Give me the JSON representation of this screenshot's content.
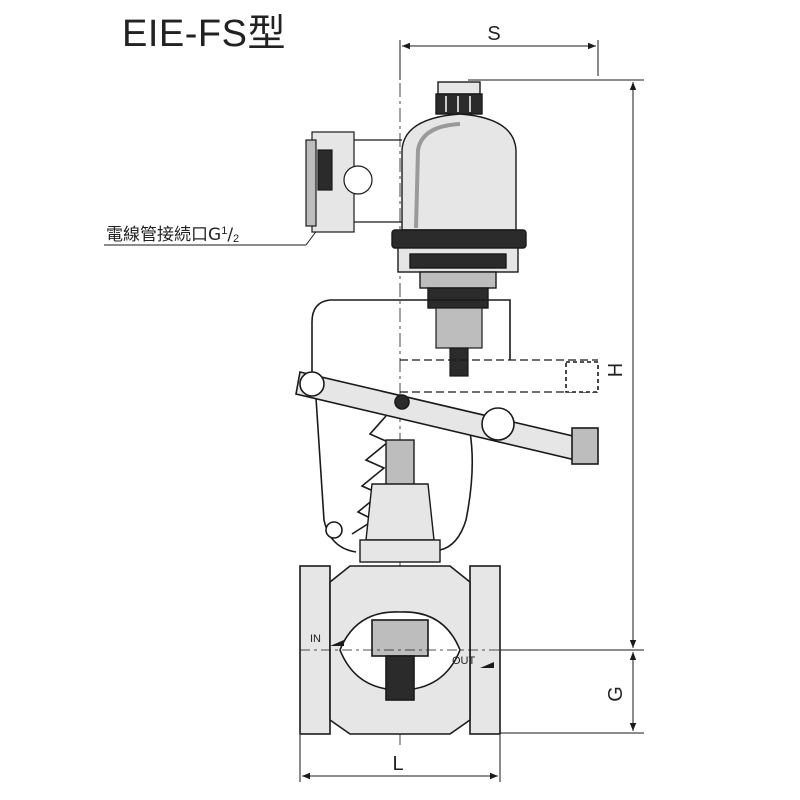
{
  "title": "EIE-FS型",
  "dimensions": {
    "width_top": "S",
    "height": "H",
    "flange_height": "G",
    "length": "L"
  },
  "annotation": {
    "text": "電線管接続口G",
    "fraction_num": "1",
    "fraction_sep": "/",
    "fraction_den": "2"
  },
  "ports": {
    "inlet": "IN",
    "outlet": "OUT"
  },
  "colors": {
    "line": "#1a1a1a",
    "fill_dark": "#2b2b2b",
    "fill_mid": "#bdbdbd",
    "fill_light": "#e6e6e6"
  }
}
